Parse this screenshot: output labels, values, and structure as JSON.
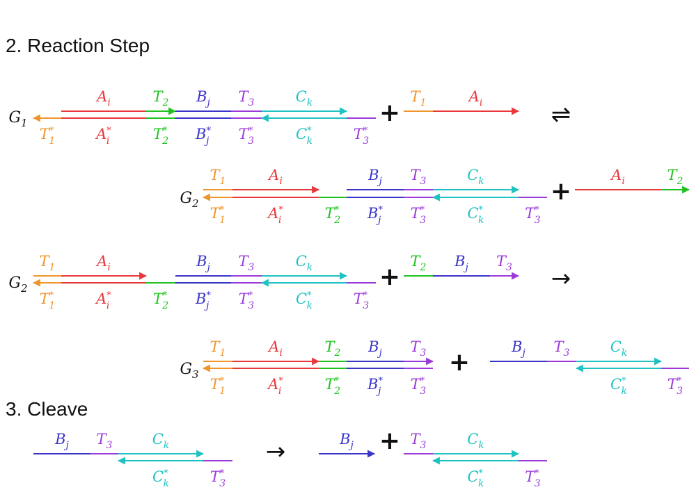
{
  "sections": {
    "reaction": "2. Reaction Step",
    "cleave": "3. Cleave"
  },
  "colors": {
    "T1": "#f0952a",
    "A": "#e8383c",
    "T2": "#1fc21f",
    "B": "#3a34c8",
    "T3": "#9b3ad8",
    "C": "#1fc2c2",
    "ink": "#111111"
  },
  "labels": {
    "G1": "G1",
    "G2": "G2",
    "G3": "G3",
    "T1": "T1",
    "T2": "T2",
    "T3": "T3",
    "Ai": "Ai",
    "Bj": "Bj",
    "Ck": "Ck",
    "T1s": "T1*",
    "T2s": "T2*",
    "T3s": "T3*",
    "Ais": "Ai*",
    "Bjs": "Bj*",
    "Cks": "Ck*"
  },
  "symbols": {
    "plus": "+",
    "equilibrium": "⇌",
    "yields": "→"
  }
}
